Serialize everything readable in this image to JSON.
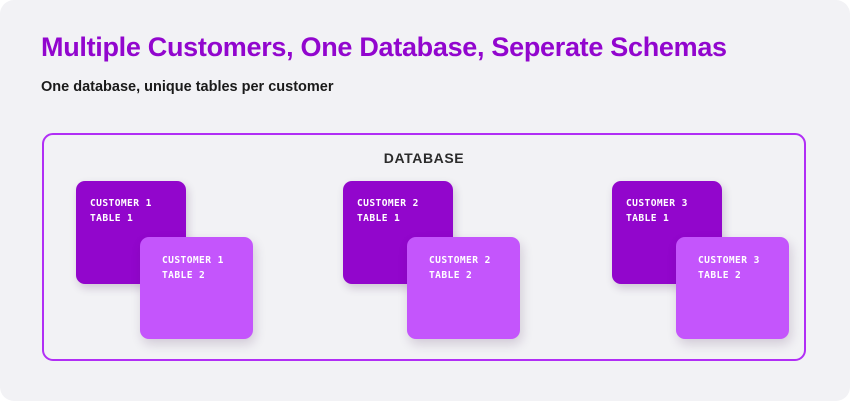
{
  "header": {
    "title": "Multiple Customers, One Database, Seperate Schemas",
    "subtitle": "One database, unique tables per customer",
    "title_color": "#9206ce",
    "subtitle_color": "#1a1a1a"
  },
  "database": {
    "label": "DATABASE",
    "border_color": "#b12ef5",
    "background_color": "#f2f2f5"
  },
  "colors": {
    "page_background": "#f2f2f5",
    "card_primary": "#9206cc",
    "card_secondary": "#c455fc",
    "card_text": "#ffffff"
  },
  "customers": [
    {
      "name": "Customer 1",
      "tables": [
        {
          "line1": "CUSTOMER 1",
          "line2": "TABLE 1",
          "variant": "primary"
        },
        {
          "line1": "CUSTOMER 1",
          "line2": "TABLE 2",
          "variant": "secondary"
        }
      ]
    },
    {
      "name": "Customer 2",
      "tables": [
        {
          "line1": "CUSTOMER 2",
          "line2": "TABLE 1",
          "variant": "primary"
        },
        {
          "line1": "CUSTOMER 2",
          "line2": "TABLE 2",
          "variant": "secondary"
        }
      ]
    },
    {
      "name": "Customer 3",
      "tables": [
        {
          "line1": "CUSTOMER 3",
          "line2": "TABLE 1",
          "variant": "primary"
        },
        {
          "line1": "CUSTOMER 3",
          "line2": "TABLE 2",
          "variant": "secondary"
        }
      ]
    }
  ]
}
